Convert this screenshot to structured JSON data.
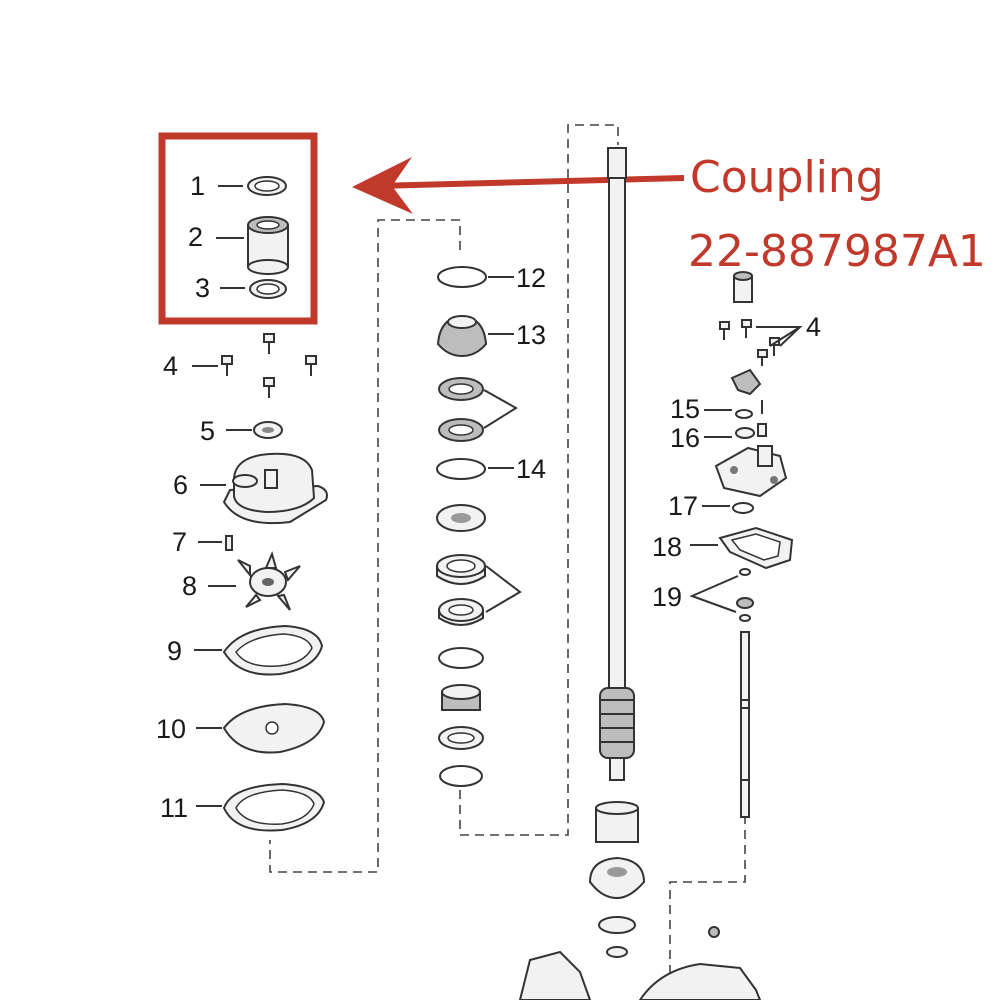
{
  "callout": {
    "title": "Coupling",
    "part_number": "22-887987A1",
    "highlight_color": "#c0392b"
  },
  "labels": {
    "n1": "1",
    "n2": "2",
    "n3": "3",
    "n4a": "4",
    "n4b": "4",
    "n5": "5",
    "n6": "6",
    "n7": "7",
    "n8": "8",
    "n9": "9",
    "n10": "10",
    "n11": "11",
    "n12": "12",
    "n13": "13",
    "n14": "14",
    "n15": "15",
    "n16": "16",
    "n17": "17",
    "n18": "18",
    "n19": "19"
  }
}
